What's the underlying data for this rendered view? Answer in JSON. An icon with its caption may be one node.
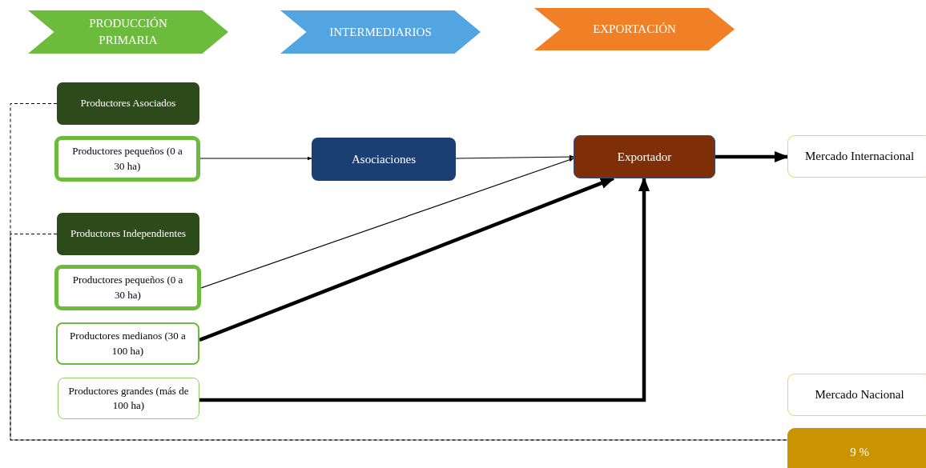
{
  "diagram": {
    "nodes": [
      {
        "text": [
          "PRODUCCIÓN PRIMARIA"
        ]
      },
      {
        "text": [
          "INTERMEDIARIOS"
        ]
      },
      {
        "text": [
          "EXPORTACIÓN"
        ]
      },
      {
        "text": [
          "Productores Asociados"
        ]
      },
      {
        "text": [
          "Productores pequeños (0 a 30 ha)"
        ]
      },
      {
        "text": [
          "Asociaciones"
        ]
      },
      {
        "text": [
          "Exportador"
        ]
      },
      {
        "text": [
          "Mercado Internacional"
        ]
      },
      {
        "text": [
          "Productores Independientes"
        ]
      },
      {
        "text": [
          "Productores pequeños (0 a 30 ha)"
        ]
      },
      {
        "text": [
          "Productores medianos (30 a 100 ha)"
        ]
      },
      {
        "text": [
          "Productores grandes (más de 100 ha)"
        ]
      },
      {
        "text": [
          "Mercado Nacional"
        ]
      },
      {
        "text": [
          "9 %"
        ]
      }
    ],
    "edges": [
      {
        "from": 4,
        "to": 5,
        "arrow": "to"
      },
      {
        "from": 5,
        "to": 6,
        "arrow": "to"
      },
      {
        "from": 9,
        "to": 6,
        "arrow": "to"
      },
      {
        "from": 10,
        "to": 6,
        "arrow": "to",
        "style": "thick"
      },
      {
        "from": 11,
        "to": 6,
        "arrow": "to",
        "style": "thick"
      },
      {
        "from": 6,
        "to": 7,
        "arrow": "to",
        "style": "thick"
      },
      {
        "from": 3,
        "to": 13,
        "arrow": "none",
        "style": "dashed"
      },
      {
        "from": 8,
        "to": 13,
        "arrow": "none",
        "style": "dashed"
      }
    ]
  }
}
